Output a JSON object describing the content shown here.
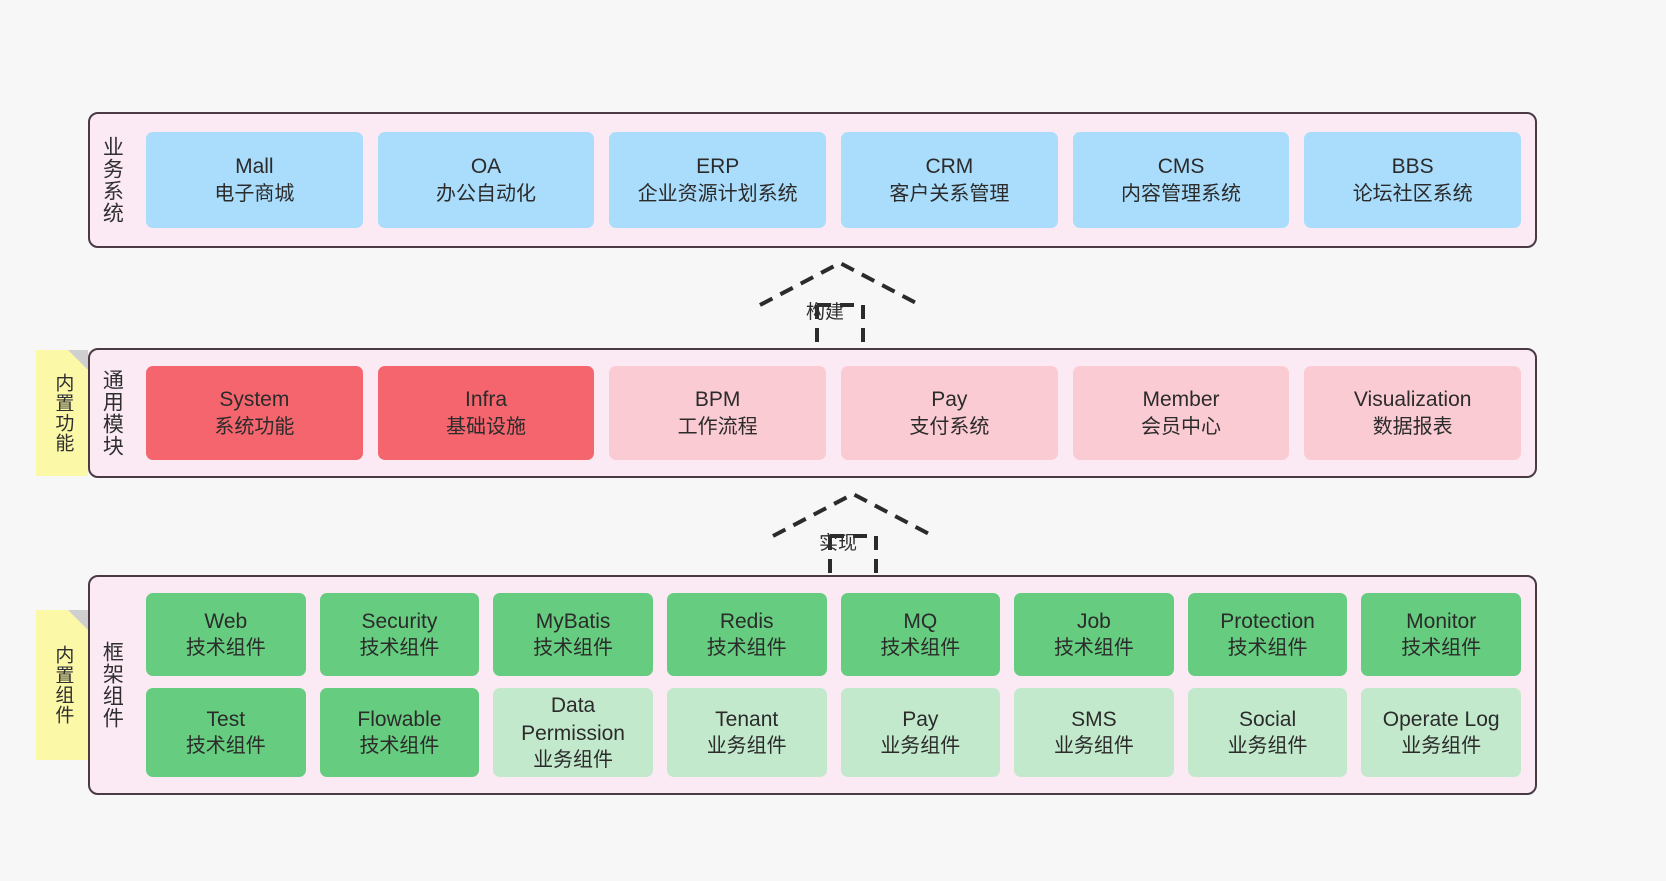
{
  "diagram": {
    "title": "",
    "background_color": "#f7f7f7",
    "band_fill": "#fbeaf4",
    "band_border": "#4a3a44"
  },
  "bands": {
    "business": {
      "title": "业务系统",
      "cards": [
        {
          "name": "Mall",
          "desc": "电子商城",
          "style": "c-blue"
        },
        {
          "name": "OA",
          "desc": "办公自动化",
          "style": "c-blue"
        },
        {
          "name": "ERP",
          "desc": "企业资源计划系统",
          "style": "c-blue"
        },
        {
          "name": "CRM",
          "desc": "客户关系管理",
          "style": "c-blue"
        },
        {
          "name": "CMS",
          "desc": "内容管理系统",
          "style": "c-blue"
        },
        {
          "name": "BBS",
          "desc": "论坛社区系统",
          "style": "c-blue"
        }
      ]
    },
    "modules": {
      "title": "通用模块",
      "note": "内置功能",
      "cards": [
        {
          "name": "System",
          "desc": "系统功能",
          "style": "c-red"
        },
        {
          "name": "Infra",
          "desc": "基础设施",
          "style": "c-red"
        },
        {
          "name": "BPM",
          "desc": "工作流程",
          "style": "c-pink"
        },
        {
          "name": "Pay",
          "desc": "支付系统",
          "style": "c-pink"
        },
        {
          "name": "Member",
          "desc": "会员中心",
          "style": "c-pink"
        },
        {
          "name": "Visualization",
          "desc": "数据报表",
          "style": "c-pink"
        }
      ]
    },
    "framework": {
      "title": "框架组件",
      "note": "内置组件",
      "row1": [
        {
          "name": "Web",
          "desc": "技术组件",
          "style": "c-green"
        },
        {
          "name": "Security",
          "desc": "技术组件",
          "style": "c-green"
        },
        {
          "name": "MyBatis",
          "desc": "技术组件",
          "style": "c-green"
        },
        {
          "name": "Redis",
          "desc": "技术组件",
          "style": "c-green"
        },
        {
          "name": "MQ",
          "desc": "技术组件",
          "style": "c-green"
        },
        {
          "name": "Job",
          "desc": "技术组件",
          "style": "c-green"
        },
        {
          "name": "Protection",
          "desc": "技术组件",
          "style": "c-green"
        },
        {
          "name": "Monitor",
          "desc": "技术组件",
          "style": "c-green"
        }
      ],
      "row2": [
        {
          "name": "Test",
          "desc": "技术组件",
          "style": "c-green"
        },
        {
          "name": "Flowable",
          "desc": "技术组件",
          "style": "c-green"
        },
        {
          "name": "Data Permission",
          "desc": "业务组件",
          "style": "c-lightgreen"
        },
        {
          "name": "Tenant",
          "desc": "业务组件",
          "style": "c-lightgreen"
        },
        {
          "name": "Pay",
          "desc": "业务组件",
          "style": "c-lightgreen"
        },
        {
          "name": "SMS",
          "desc": "业务组件",
          "style": "c-lightgreen"
        },
        {
          "name": "Social",
          "desc": "业务组件",
          "style": "c-lightgreen"
        },
        {
          "name": "Operate Log",
          "desc": "业务组件",
          "style": "c-lightgreen"
        }
      ]
    }
  },
  "connectors": [
    {
      "id": "build",
      "label": "构建",
      "style": "dashed-hollow-arrow-up"
    },
    {
      "id": "implement",
      "label": "实现",
      "style": "dashed-hollow-arrow-up"
    }
  ],
  "colors": {
    "blue": "#aadcfb",
    "red": "#f4656e",
    "pink": "#fbcbd3",
    "green": "#66cc7f",
    "light_green": "#c3e9cd",
    "note_yellow": "#fbf8a8",
    "note_fold": "#cfcfcf"
  }
}
